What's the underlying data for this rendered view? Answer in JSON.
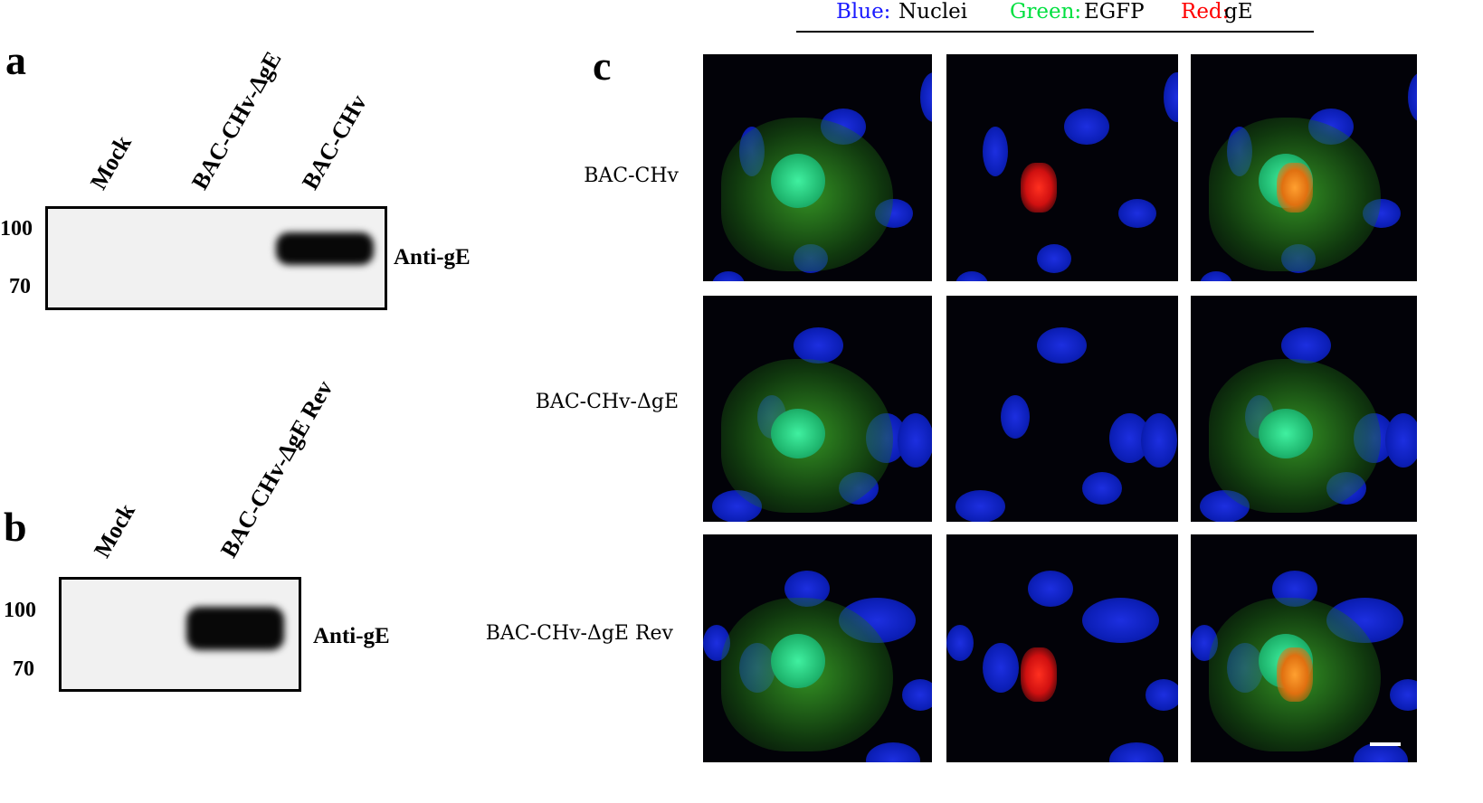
{
  "panel_a": {
    "letter": "a",
    "lanes": [
      "Mock",
      "BAC-CHv-ΔgE",
      "BAC-CHv"
    ],
    "mw_markers": [
      "100",
      "70"
    ],
    "antibody": "Anti-gE"
  },
  "panel_b": {
    "letter": "b",
    "lanes": [
      "Mock",
      "BAC-CHv-ΔgE Rev"
    ],
    "mw_markers": [
      "100",
      "70"
    ],
    "antibody": "Anti-gE"
  },
  "panel_c": {
    "letter": "c",
    "legend": {
      "blue_key": "Blue:",
      "blue_value": "Nuclei",
      "green_key": "Green:",
      "green_value": "EGFP",
      "red_key": "Red:",
      "red_value": "gE"
    },
    "colors": {
      "blue": "#1a1aff",
      "green": "#00e040",
      "red": "#ff0000"
    },
    "rows": [
      "BAC-CHv",
      "BAC-CHv-ΔgE",
      "BAC-CHv-ΔgE Rev"
    ],
    "columns": [
      "merge-blue-green",
      "blue-red",
      "merge-all"
    ]
  }
}
